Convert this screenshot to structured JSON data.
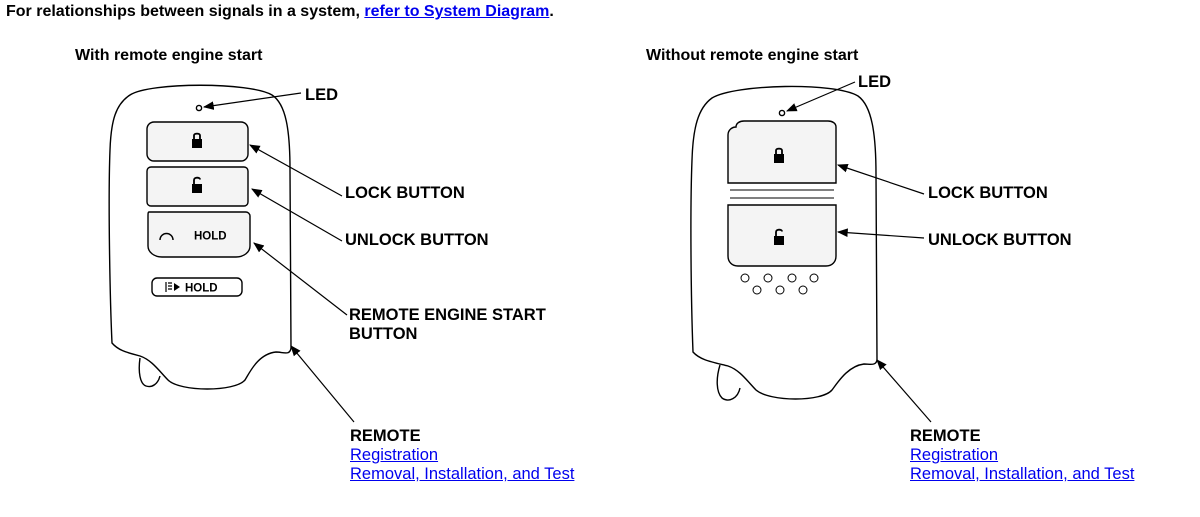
{
  "intro": {
    "text": "For relationships between signals in a system,",
    "link_label": "refer to System Diagram",
    "suffix": "."
  },
  "left_panel": {
    "title": "With remote engine start",
    "led_label": "LED",
    "lock_label": "LOCK BUTTON",
    "unlock_label": "UNLOCK BUTTON",
    "engine_start_label_line1": "REMOTE ENGINE START",
    "engine_start_label_line2": "BUTTON",
    "hold_button_text": "HOLD",
    "hold_button2_text": "HOLD",
    "remote_label": "REMOTE",
    "registration_link": "Registration",
    "removal_link": "Removal, Installation, and Test"
  },
  "right_panel": {
    "title": "Without remote engine start",
    "led_label": "LED",
    "lock_label": "LOCK BUTTON",
    "unlock_label": "UNLOCK BUTTON",
    "remote_label": "REMOTE",
    "registration_link": "Registration",
    "removal_link": "Removal, Installation, and Test"
  },
  "colors": {
    "link": "#0000ee",
    "line": "#000000",
    "button_fill": "#f4f4f4"
  }
}
